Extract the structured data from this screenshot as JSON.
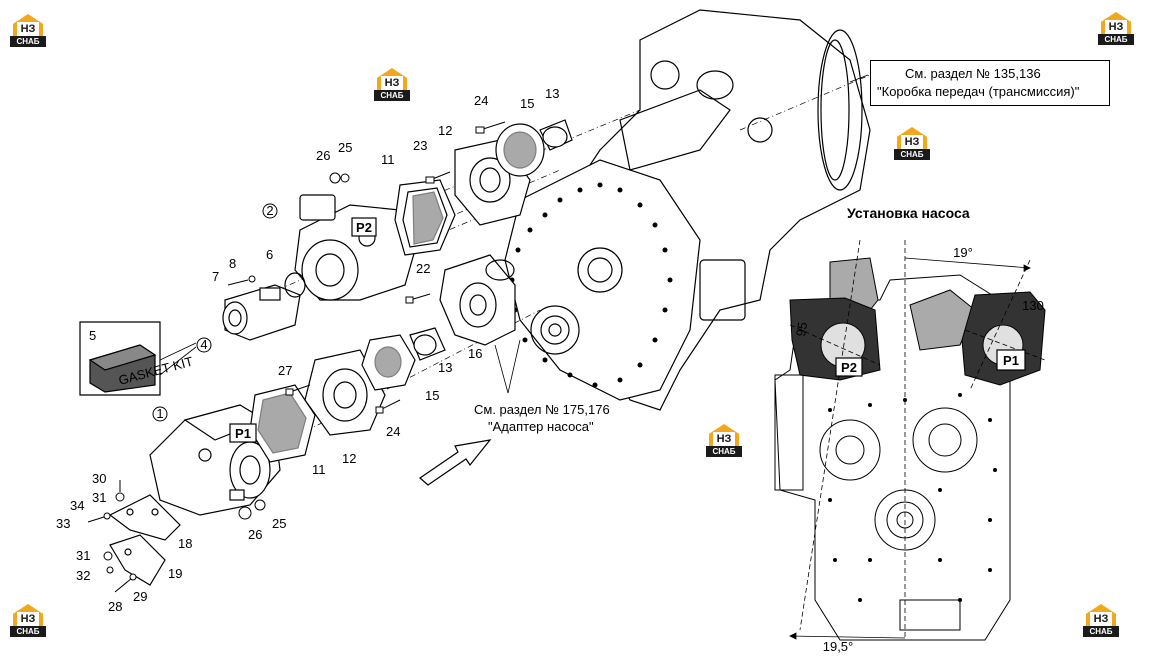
{
  "notes": {
    "transmission_ref": [
      "См. раздел № 135,136",
      "\"Коробка передач (трансмиссия)\""
    ],
    "adapter_ref": [
      "См. раздел № 175,176",
      "\"Адаптер насоса\""
    ],
    "install_title": "Установка насоса"
  },
  "badges": {
    "p1": "P1",
    "p2": "P2",
    "p1_inset": "P1",
    "p2_inset": "P2",
    "gasket_kit": "GASKET KIT"
  },
  "angles": {
    "top": "19°",
    "bottom": "19,5°",
    "dim_130": "130",
    "dim_95": "95"
  },
  "logo": {
    "top": "НЗ",
    "bottom": "СНАБ"
  },
  "callouts": {
    "c1": "1",
    "c2": "2",
    "c4": "4",
    "c5": "5",
    "c6": "6",
    "c7": "7",
    "c8": "8",
    "c11a": "11",
    "c11b": "11",
    "c12a": "12",
    "c12b": "12",
    "c13a": "13",
    "c13b": "13",
    "c15a": "15",
    "c15b": "15",
    "c16": "16",
    "c18": "18",
    "c19": "19",
    "c22": "22",
    "c23": "23",
    "c24a": "24",
    "c24b": "24",
    "c25a": "25",
    "c25b": "25",
    "c26a": "26",
    "c26b": "26",
    "c27": "27",
    "c28": "28",
    "c29": "29",
    "c30": "30",
    "c31a": "31",
    "c31b": "31",
    "c32": "32",
    "c33": "33",
    "c34": "34"
  }
}
